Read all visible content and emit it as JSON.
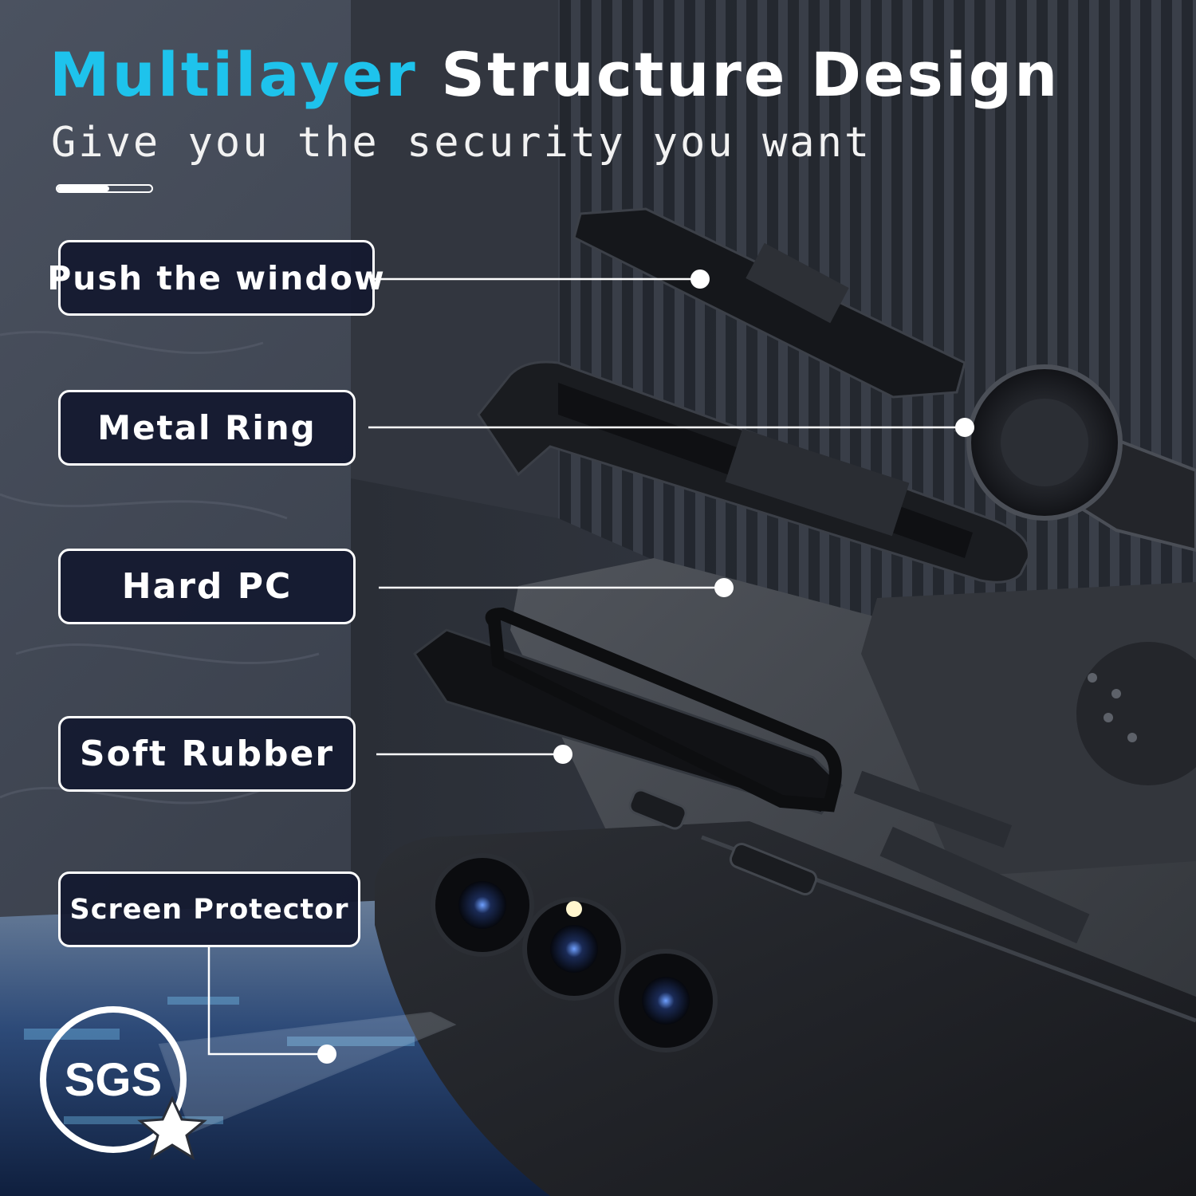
{
  "headline": {
    "accent": "Multilayer",
    "rest": "Structure Design",
    "accent_color": "#1ec3ec"
  },
  "subheadline": "Give you the security you want",
  "progress_indicator": {
    "fraction": 0.55
  },
  "layers": [
    {
      "label": "Push the window"
    },
    {
      "label": "Metal Ring"
    },
    {
      "label": "Hard PC"
    },
    {
      "label": "Soft Rubber"
    },
    {
      "label": "Screen Protector"
    }
  ],
  "badge": {
    "text": "SGS",
    "icon": "star-icon"
  },
  "colors": {
    "label_bg": "#141930",
    "label_border": "#ffffff",
    "connector": "#ffffff",
    "case_black": "#1c1e22"
  }
}
